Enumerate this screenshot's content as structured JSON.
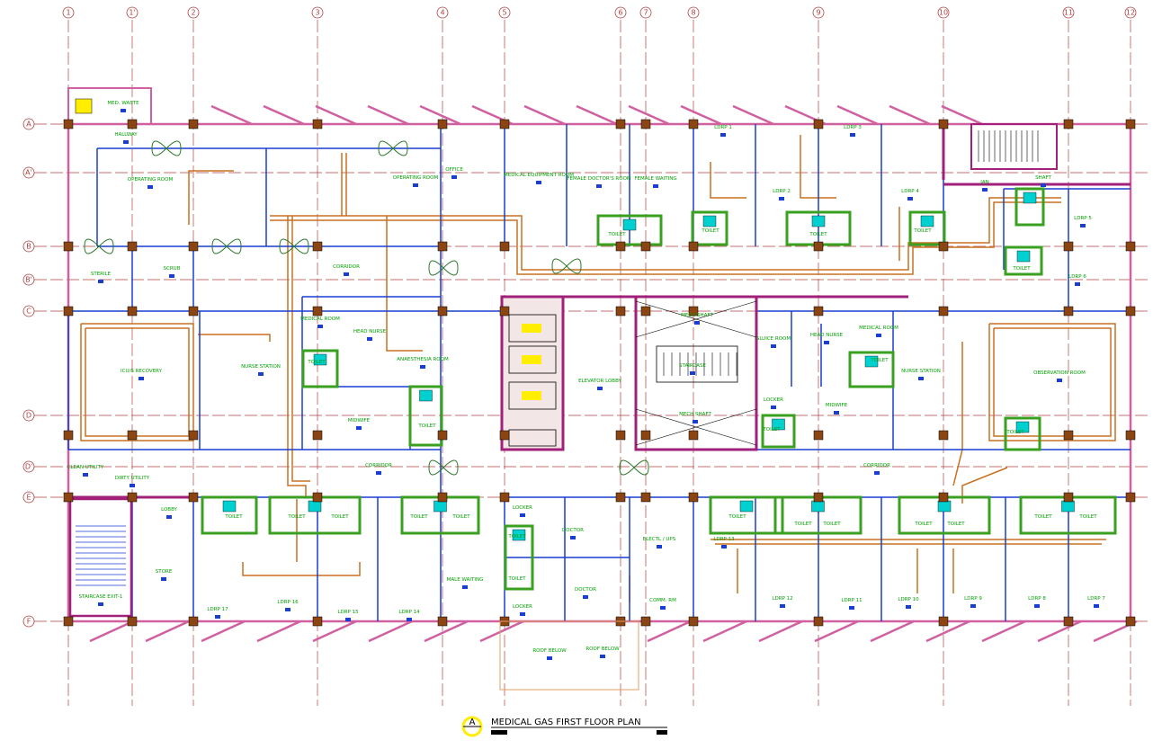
{
  "title": "MEDICAL GAS FIRST FLOOR PLAN",
  "title_marker": "A",
  "grid_columns": [
    "1",
    "1'",
    "2",
    "3",
    "4",
    "5",
    "6",
    "7",
    "8",
    "9",
    "10",
    "11",
    "12"
  ],
  "grid_rows": [
    "A",
    "A'",
    "B",
    "B'",
    "C",
    "D",
    "D'",
    "E",
    "F"
  ],
  "rooms": [
    {
      "id": "med-waste",
      "name": "MED. WASTE"
    },
    {
      "id": "hallway",
      "name": "HALLWAY"
    },
    {
      "id": "operating-room-1",
      "name": "OPERATING ROOM"
    },
    {
      "id": "operating-room-2",
      "name": "OPERATING ROOM"
    },
    {
      "id": "office",
      "name": "OFFICE"
    },
    {
      "id": "med-equip",
      "name": "MEDICAL EQUIPMENT ROOM"
    },
    {
      "id": "female-doctor",
      "name": "FEMALE DOCTOR'S ROOM"
    },
    {
      "id": "female-waiting",
      "name": "FEMALE WAITING"
    },
    {
      "id": "ldrp1",
      "name": "LDRP 1"
    },
    {
      "id": "ldrp2",
      "name": "LDRP 2"
    },
    {
      "id": "ldrp3",
      "name": "LDRP 3"
    },
    {
      "id": "ldrp4",
      "name": "LDRP 4"
    },
    {
      "id": "ldrp5",
      "name": "LDRP 5"
    },
    {
      "id": "ldrp6",
      "name": "LDRP 6"
    },
    {
      "id": "jan",
      "name": "JAN"
    },
    {
      "id": "shaft",
      "name": "SHAFT"
    },
    {
      "id": "sterile",
      "name": "STERILE"
    },
    {
      "id": "scrub",
      "name": "SCRUB"
    },
    {
      "id": "corridor-1",
      "name": "CORRIDOR"
    },
    {
      "id": "corridor-2",
      "name": "CORRIDOR"
    },
    {
      "id": "corridor-3",
      "name": "CORRIDOR"
    },
    {
      "id": "icu-recovery",
      "name": "ICU/S RECOVERY"
    },
    {
      "id": "nurse-station-1",
      "name": "NURSE STATION"
    },
    {
      "id": "medical-room-1",
      "name": "MEDICAL ROOM"
    },
    {
      "id": "head-nurse-1",
      "name": "HEAD NURSE"
    },
    {
      "id": "anaesthesia",
      "name": "ANAESTHESIA ROOM"
    },
    {
      "id": "midwife-1",
      "name": "MIDWIFE"
    },
    {
      "id": "elevator-lobby",
      "name": "ELEVATOR LOBBY"
    },
    {
      "id": "mech-shaft-1",
      "name": "MECH SHAFT"
    },
    {
      "id": "staircase-2",
      "name": "STAIRCASE"
    },
    {
      "id": "mech-shaft-2",
      "name": "MECH SHAFT"
    },
    {
      "id": "sluice",
      "name": "SLUICE ROOM"
    },
    {
      "id": "head-nurse-2",
      "name": "HEAD NURSE"
    },
    {
      "id": "medical-room-2",
      "name": "MEDICAL ROOM"
    },
    {
      "id": "locker-1",
      "name": "LOCKER"
    },
    {
      "id": "midwife-2",
      "name": "MIDWIFE"
    },
    {
      "id": "nurse-station-2",
      "name": "NURSE STATION"
    },
    {
      "id": "observation",
      "name": "OBSERVATION ROOM"
    },
    {
      "id": "clean-utility",
      "name": "CLEAN UTILITY"
    },
    {
      "id": "dirty-utility",
      "name": "DIRTY UTILITY"
    },
    {
      "id": "lobby",
      "name": "LOBBY"
    },
    {
      "id": "store",
      "name": "STORE"
    },
    {
      "id": "staircase-exit",
      "name": "STAIRCASE EXIT-1"
    },
    {
      "id": "ldrp17",
      "name": "LDRP 17"
    },
    {
      "id": "ldrp16",
      "name": "LDRP 16"
    },
    {
      "id": "ldrp15",
      "name": "LDRP 15"
    },
    {
      "id": "ldrp14",
      "name": "LDRP 14"
    },
    {
      "id": "male-waiting",
      "name": "MALE WAITING"
    },
    {
      "id": "locker-2",
      "name": "LOCKER"
    },
    {
      "id": "locker-3",
      "name": "LOCKER"
    },
    {
      "id": "doctor-1",
      "name": "DOCTOR"
    },
    {
      "id": "doctor-2",
      "name": "DOCTOR"
    },
    {
      "id": "electl-ups",
      "name": "ELECTL / UPS"
    },
    {
      "id": "comm-rm",
      "name": "COMM. RM"
    },
    {
      "id": "ldrp13",
      "name": "LDRP 13"
    },
    {
      "id": "ldrp12",
      "name": "LDRP 12"
    },
    {
      "id": "ldrp11",
      "name": "LDRP 11"
    },
    {
      "id": "ldrp10",
      "name": "LDRP 10"
    },
    {
      "id": "ldrp9",
      "name": "LDRP 9"
    },
    {
      "id": "ldrp8",
      "name": "LDRP 8"
    },
    {
      "id": "ldrp7",
      "name": "LDRP 7"
    },
    {
      "id": "roof-below-1",
      "name": "ROOF BELOW"
    },
    {
      "id": "roof-below-2",
      "name": "ROOF BELOW"
    }
  ],
  "toilets": [
    "TOILET",
    "TOILET",
    "TOILET",
    "TOILET",
    "TOILET",
    "TOILET",
    "TOILET",
    "TOILET",
    "TOILET",
    "TOILET",
    "TOILET",
    "TOILET",
    "TOILET",
    "TOILET",
    "TOILET",
    "TOILET",
    "TOILET",
    "TOILET",
    "TOILET",
    "TOILET",
    "TOILET",
    "TOILET",
    "TOILET",
    "TOILET"
  ],
  "colors": {
    "grid": "#b04040",
    "outer_wall": "#d060a0",
    "wall": "#1a3fd0",
    "pipe": "#c87020",
    "column": "#8b4513",
    "toilet": "#3aa020",
    "core": "#a0207a",
    "fixture": "#00d0d0",
    "label": "#00a000",
    "highlight": "#ffee00"
  }
}
